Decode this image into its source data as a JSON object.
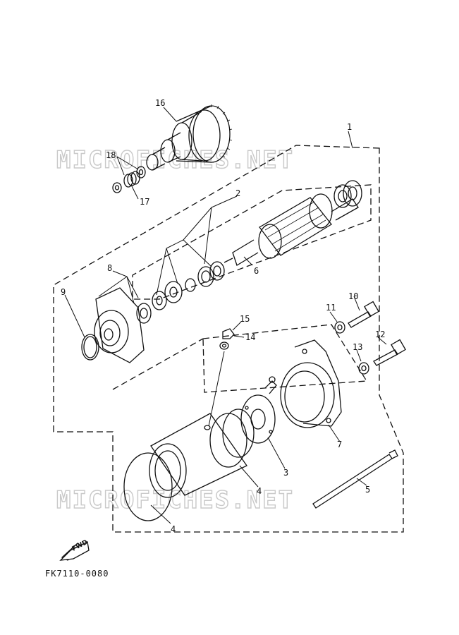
{
  "callouts": {
    "c1": "1",
    "c2": "2",
    "c3": "3",
    "c4a": "4",
    "c4b": "4",
    "c5": "5",
    "c6": "6",
    "c7": "7",
    "c8": "8",
    "c9": "9",
    "c10": "10",
    "c11": "11",
    "c12": "12",
    "c13": "13",
    "c14": "14",
    "c15": "15",
    "c16": "16",
    "c17": "17",
    "c18": "18"
  },
  "watermark_top": "MICROFICHES.NET",
  "watermark_bottom": "MICROFICHES.NET",
  "fwd_label": "FWD",
  "figure_code": "FK7110-0080"
}
